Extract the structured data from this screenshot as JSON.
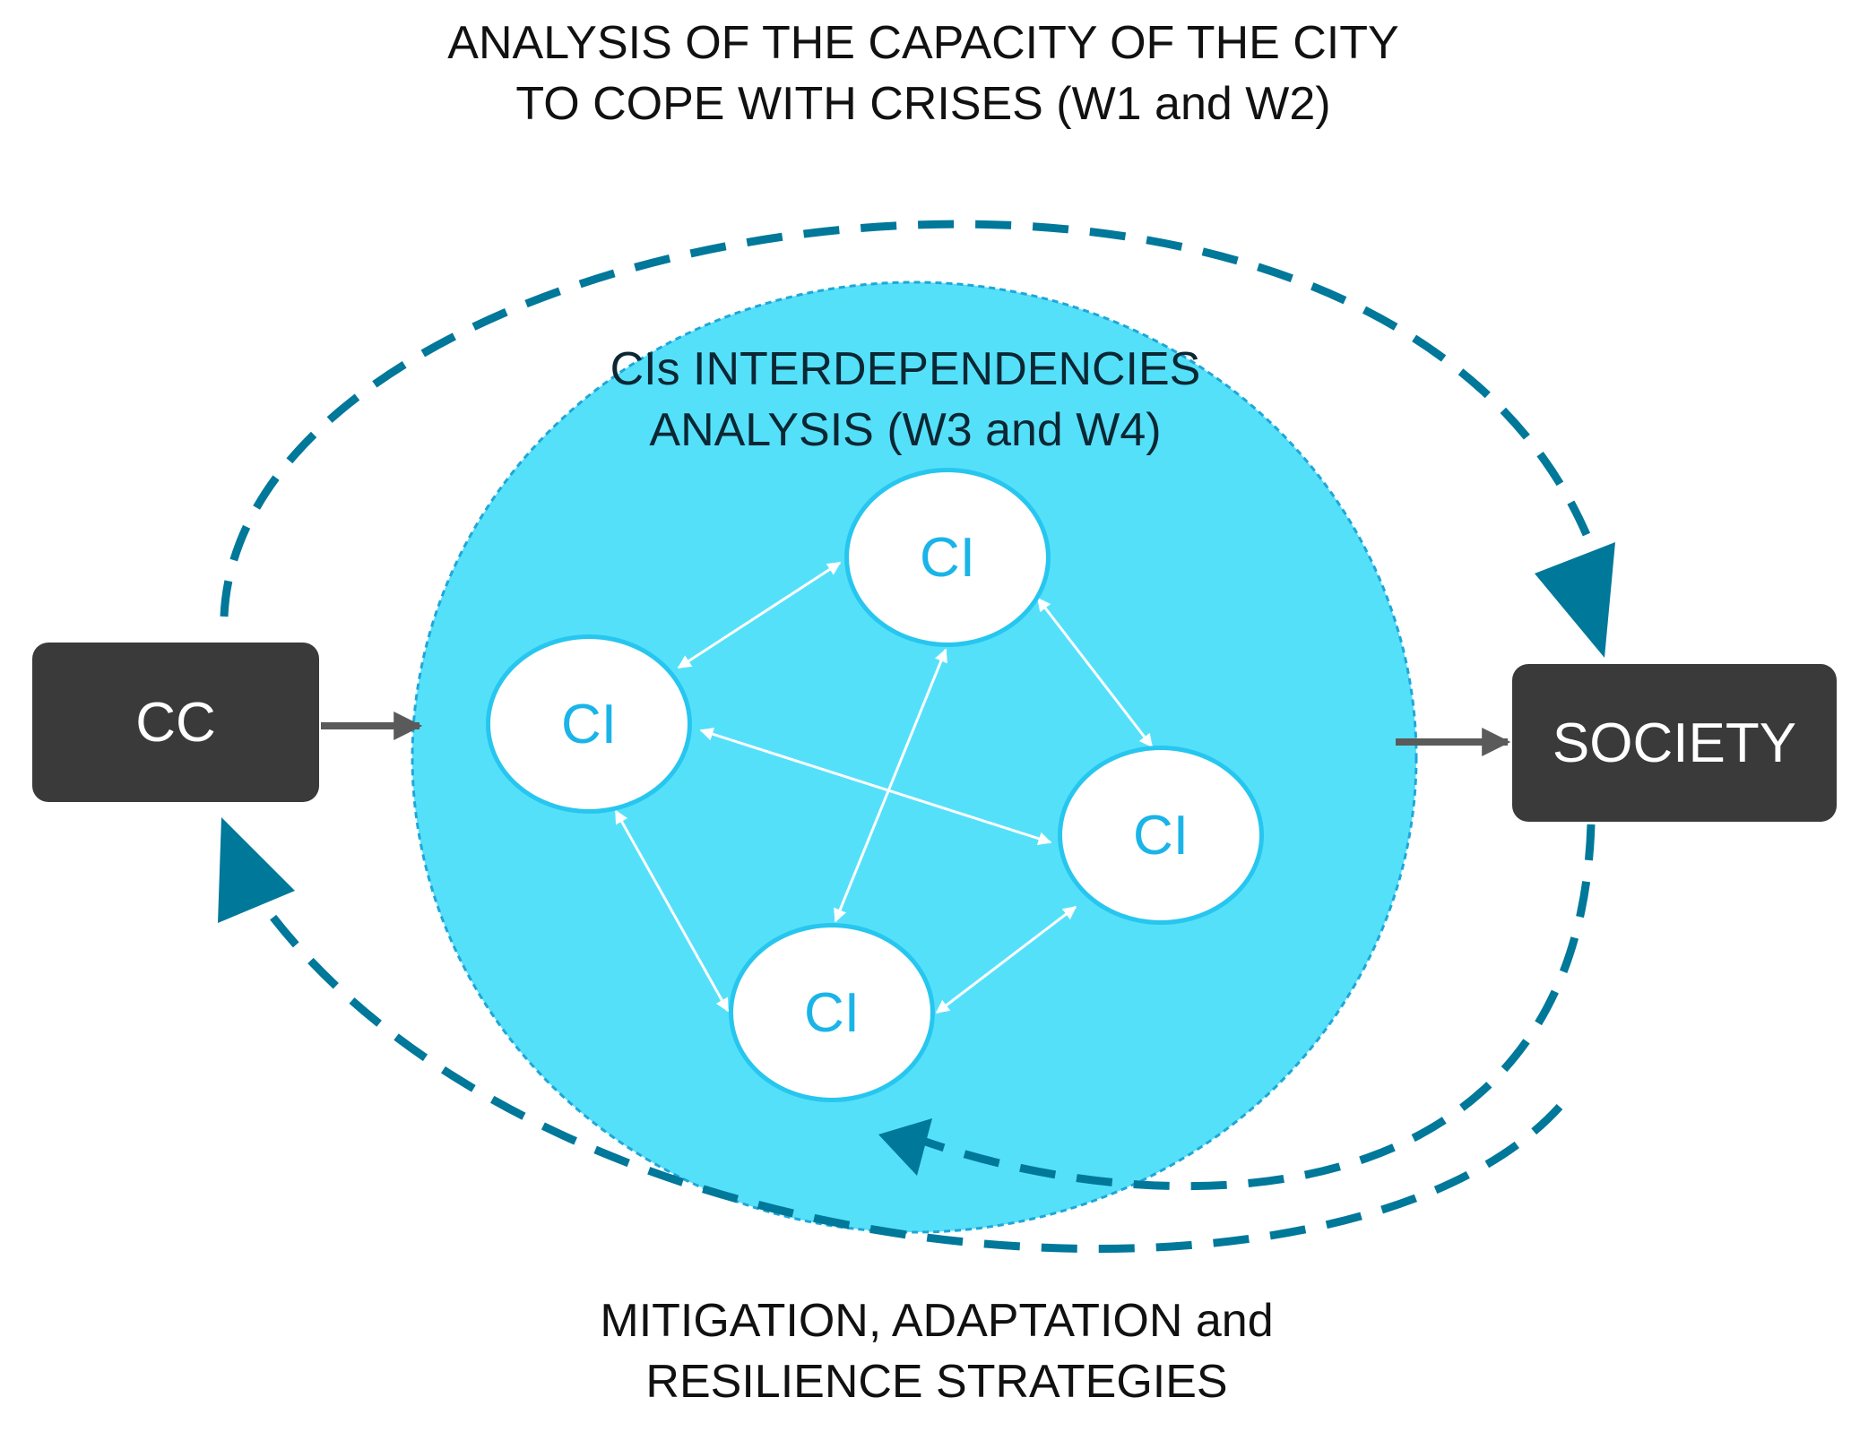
{
  "diagram": {
    "top_caption": {
      "line1": "ANALYSIS OF THE CAPACITY OF THE CITY",
      "line2": "TO COPE WITH CRISES (W1 and W2)"
    },
    "inner_caption": {
      "line1": "CIs INTERDEPENDENCIES",
      "line2": "ANALYSIS (W3 and W4)"
    },
    "bottom_caption": {
      "line1": "MITIGATION, ADAPTATION and",
      "line2": "RESILIENCE STRATEGIES"
    },
    "cc_label": "CC",
    "society_label": "SOCIETY",
    "ci_nodes": [
      "CI",
      "CI",
      "CI",
      "CI"
    ],
    "colors": {
      "dashed_loop": "#00789a",
      "inner_region": "#55e0fa",
      "inner_border": "#1ea7d8",
      "ci_text": "#1ab4e8",
      "box_fill": "#3a3a3a",
      "connector": "#5a5a5a",
      "interdependency_arrow": "#ffffff"
    }
  }
}
